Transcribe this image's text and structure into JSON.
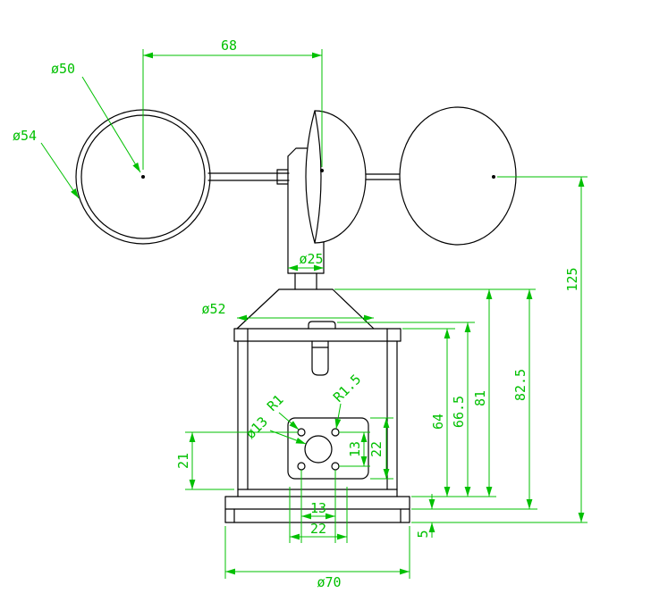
{
  "drawing": {
    "background": "#ffffff",
    "outline_color": "#000000",
    "dimension_color": "#00c000",
    "dims": {
      "arm_span": "68",
      "cup_inner_dia": "ø50",
      "cup_outer_dia": "ø54",
      "shaft_dia": "ø25",
      "collar_dia": "ø52",
      "overall_height": "125",
      "body_height_outer": "82.5",
      "body_height": "81",
      "housing_height": "66.5",
      "cylinder_height": "64",
      "hole_radius": "R1",
      "slot_radius": "R1.5",
      "center_hole_dia": "ø13",
      "hole_row_spacing": "13",
      "plate_height": "22",
      "plate_bottom_offset": "21",
      "hole_col_spacing": "13",
      "hole_col_span": "22",
      "base_thickness": "5",
      "base_dia": "ø70"
    }
  }
}
